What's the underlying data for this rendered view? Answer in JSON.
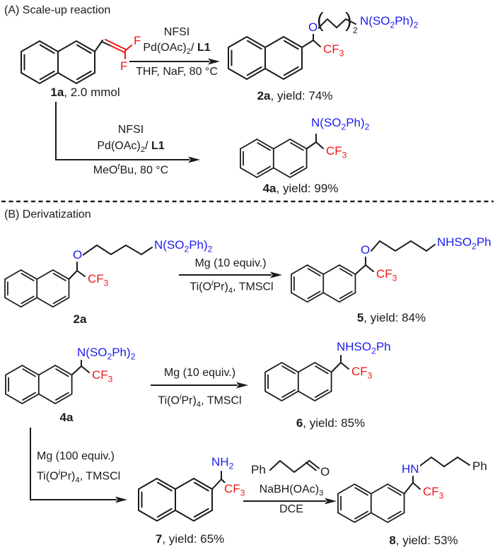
{
  "colors": {
    "carbon": "#1b1b1b",
    "heteroatom_blue": "#1c1cf0",
    "fluorine_red": "#f01616"
  },
  "section_a": {
    "title": "(A) Scale-up reaction",
    "reactant_1a": {
      "f_top": "F",
      "f_bottom": "F",
      "name_html": "<b>1a</b>, 2.0 mmol"
    },
    "reaction1": {
      "reagent_line1": "NFSI",
      "reagent_line2_html": "Pd(OAc)<sub>2</sub>/ <b>L1</b>",
      "conditions_html": "THF, NaF, 80 &deg;C"
    },
    "product_2a": {
      "o_label": "O",
      "bracket_open": "(",
      "bracket_close": ")",
      "bracket_sub": "2",
      "amine_html": "N(SO<sub>2</sub>Ph)<sub>2</sub>",
      "cf3_html": "CF<sub>3</sub>",
      "name_html": "<b>2a</b>, yield: 74%"
    },
    "reaction2": {
      "reagent_line1": "NFSI",
      "reagent_line2_html": "Pd(OAc)<sub>2</sub>/ <b>L1</b>",
      "conditions_html": "MeO<sup><i>t</i></sup>Bu, 80 &deg;C"
    },
    "product_4a": {
      "amine_html": "N(SO<sub>2</sub>Ph)<sub>2</sub>",
      "cf3_html": "CF<sub>3</sub>",
      "name_html": "<b>4a</b>, yield: 99%"
    }
  },
  "section_b": {
    "title": "(B) Derivatization",
    "row1": {
      "start_2a": {
        "o_label": "O",
        "amine_html": "N(SO<sub>2</sub>Ph)<sub>2</sub>",
        "cf3_html": "CF<sub>3</sub>",
        "name_html": "<b>2a</b>"
      },
      "reaction": {
        "above": "Mg (10 equiv.)",
        "below_html": "Ti(O<sup><i>i</i></sup>Pr)<sub>4</sub>, TMSCl"
      },
      "product_5": {
        "o_label": "O",
        "amine_html": "NHSO<sub>2</sub>Ph",
        "cf3_html": "CF<sub>3</sub>",
        "name_html": "<b>5</b>, yield: 84%"
      }
    },
    "row2": {
      "start_4a": {
        "amine_html": "N(SO<sub>2</sub>Ph)<sub>2</sub>",
        "cf3_html": "CF<sub>3</sub>",
        "name_html": "<b>4a</b>"
      },
      "reaction": {
        "above": "Mg (10 equiv.)",
        "below_html": "Ti(O<sup><i>i</i></sup>Pr)<sub>4</sub>, TMSCl"
      },
      "product_6": {
        "amine_html": "NHSO<sub>2</sub>Ph",
        "cf3_html": "CF<sub>3</sub>",
        "name_html": "<b>6</b>, yield: 85%"
      }
    },
    "row3": {
      "reaction1": {
        "line1": "Mg (100 equiv.)",
        "line2_html": "Ti(O<sup><i>i</i></sup>Pr)<sub>4</sub>, TMSCl"
      },
      "product_7": {
        "amine_html": "NH<sub>2</sub>",
        "cf3_html": "CF<sub>3</sub>",
        "name_html": "<b>7</b>, yield: 65%"
      },
      "reaction2": {
        "aldehyde_ph": "Ph",
        "aldehyde_o": "O",
        "reagent_html": "NaBH(OAc)<sub>3</sub>",
        "solvent": "DCE"
      },
      "product_8": {
        "amine_html": "HN",
        "ph_label": "Ph",
        "cf3_html": "CF<sub>3</sub>",
        "name_html": "<b>8</b>, yield: 53%"
      }
    }
  }
}
